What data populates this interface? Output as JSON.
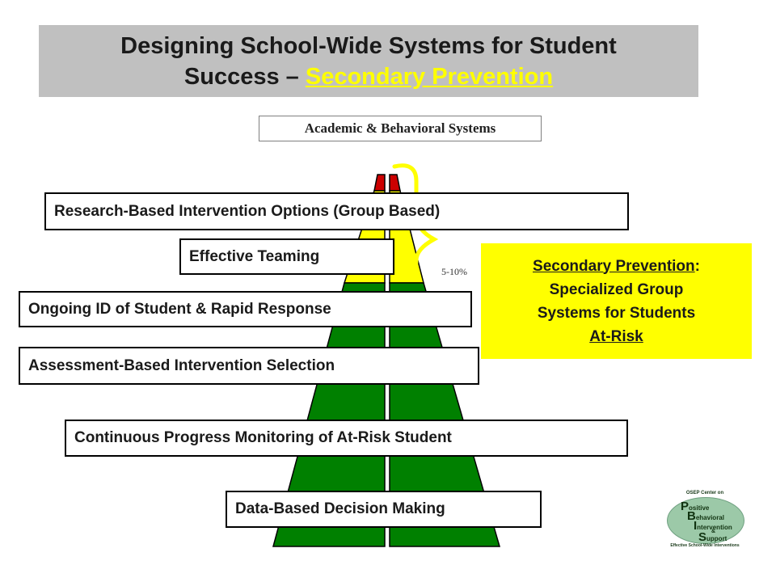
{
  "title": {
    "line1": "Designing School-Wide Systems for Student",
    "line2_prefix": "Success – ",
    "line2_accent": "Secondary Prevention"
  },
  "subtitle": "Academic & Behavioral Systems",
  "labels": {
    "research": "Research-Based Intervention Options (Group Based)",
    "teaming": "Effective Teaming",
    "ongoing": "Ongoing ID of Student & Rapid Response",
    "assessment": "Assessment-Based Intervention Selection",
    "continuous": "Continuous Progress Monitoring of At-Risk Student",
    "data": "Data-Based Decision Making"
  },
  "percent_label": "5-10%",
  "callout": {
    "line1_underlined": "Secondary Prevention",
    "line1_suffix": ":",
    "line2": "Specialized Group",
    "line3": "Systems for Students",
    "line4_underlined": "At-Risk"
  },
  "logo": {
    "top": "OSEP Center on",
    "p": "P",
    "p_rest": "ositive",
    "b": "B",
    "b_rest": "ehavioral",
    "i": "I",
    "i_rest": "ntervention",
    "amp": "&",
    "s": "S",
    "s_rest": "upport",
    "bottom": "Effective School-Wide Interventions"
  },
  "colors": {
    "green": "#008000",
    "yellow": "#ffff00",
    "red": "#cc0000",
    "title_bg": "#c0c0c0"
  }
}
